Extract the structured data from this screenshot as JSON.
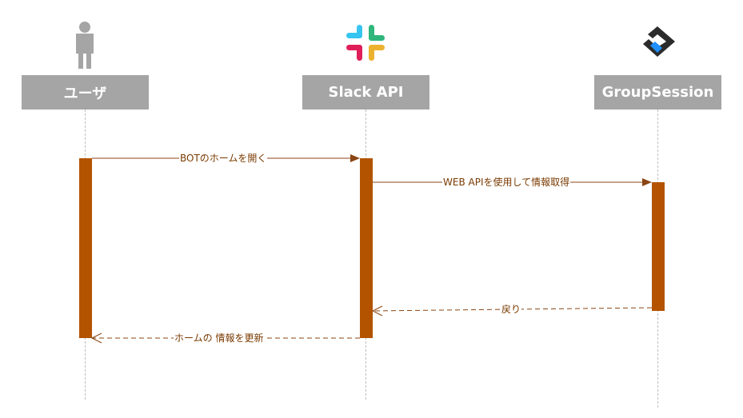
{
  "actors": {
    "user": "ユーザ",
    "slack": "Slack API",
    "groupsession": "GroupSession"
  },
  "messages": {
    "m1": "BOTのホームを開く",
    "m2": "WEB APIを使用して情報取得",
    "m3": "戻り",
    "m4": "ホームの 情報を更新"
  },
  "colors": {
    "actor_bg": "#a5a5a5",
    "activation": "#b35300",
    "arrow": "#8b4513",
    "lifeline": "#bfbfbf",
    "slack_blue": "#36c5f0",
    "slack_green": "#2eb67d",
    "slack_red": "#e01e5a",
    "slack_yellow": "#ecb22e"
  },
  "icons": {
    "user": "person-icon",
    "slack": "slack-logo",
    "groupsession": "groupsession-logo"
  }
}
